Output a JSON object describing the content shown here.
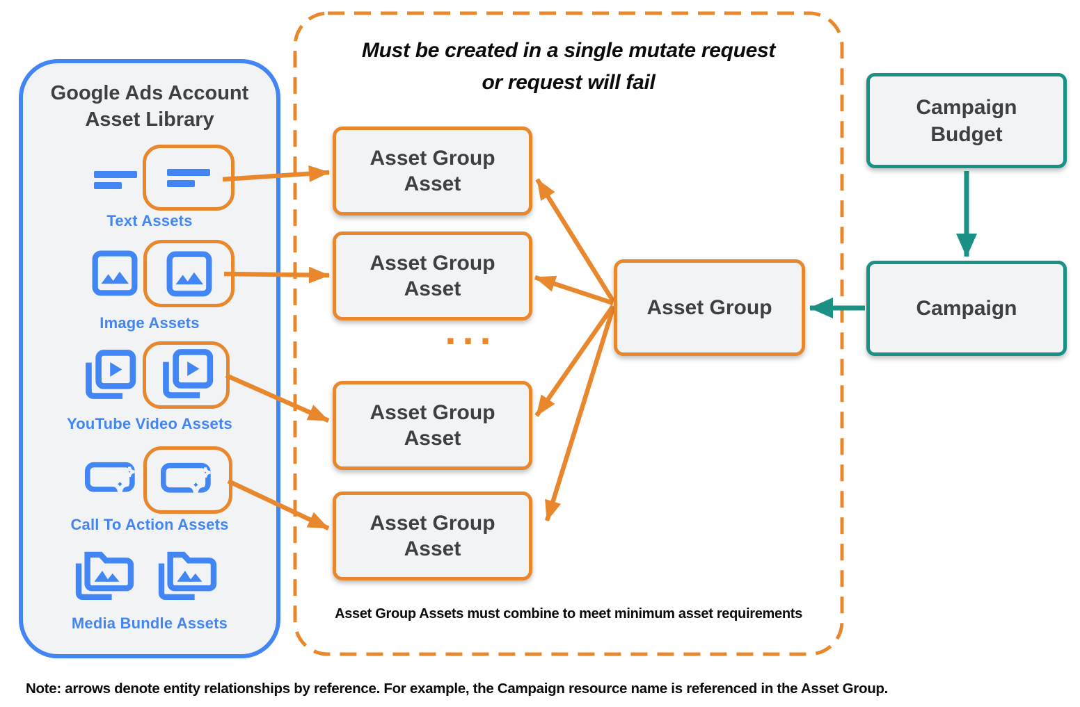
{
  "colors": {
    "blue": "#4285F4",
    "orange": "#E8872C",
    "teal": "#1A9184",
    "panel_fill": "#F1F3F4",
    "text_dark": "#3C4043",
    "text_black": "#0B0B0B"
  },
  "library": {
    "title": "Google Ads Account\nAsset Library",
    "rows": [
      {
        "label": "Text Assets",
        "icon": "text-lines-icon"
      },
      {
        "label": "Image Assets",
        "icon": "image-icon"
      },
      {
        "label": "YouTube Video Assets",
        "icon": "video-stack-icon"
      },
      {
        "label": "Call To Action Assets",
        "icon": "cta-sparkle-icon"
      },
      {
        "label": "Media Bundle Assets",
        "icon": "media-folder-stack-icon"
      }
    ]
  },
  "mutate_group": {
    "title": "Must be created in a single mutate request\nor request will fail",
    "boxes": [
      "Asset Group\nAsset",
      "Asset Group\nAsset",
      "Asset Group\nAsset",
      "Asset Group\nAsset"
    ],
    "ellipsis": "...",
    "caption": "Asset Group Assets must combine to meet minimum asset requirements"
  },
  "entities": {
    "asset_group": "Asset Group",
    "campaign_budget": "Campaign\nBudget",
    "campaign": "Campaign"
  },
  "note": "Note: arrows denote entity relationships by reference. For example, the Campaign resource name is referenced in the Asset Group."
}
